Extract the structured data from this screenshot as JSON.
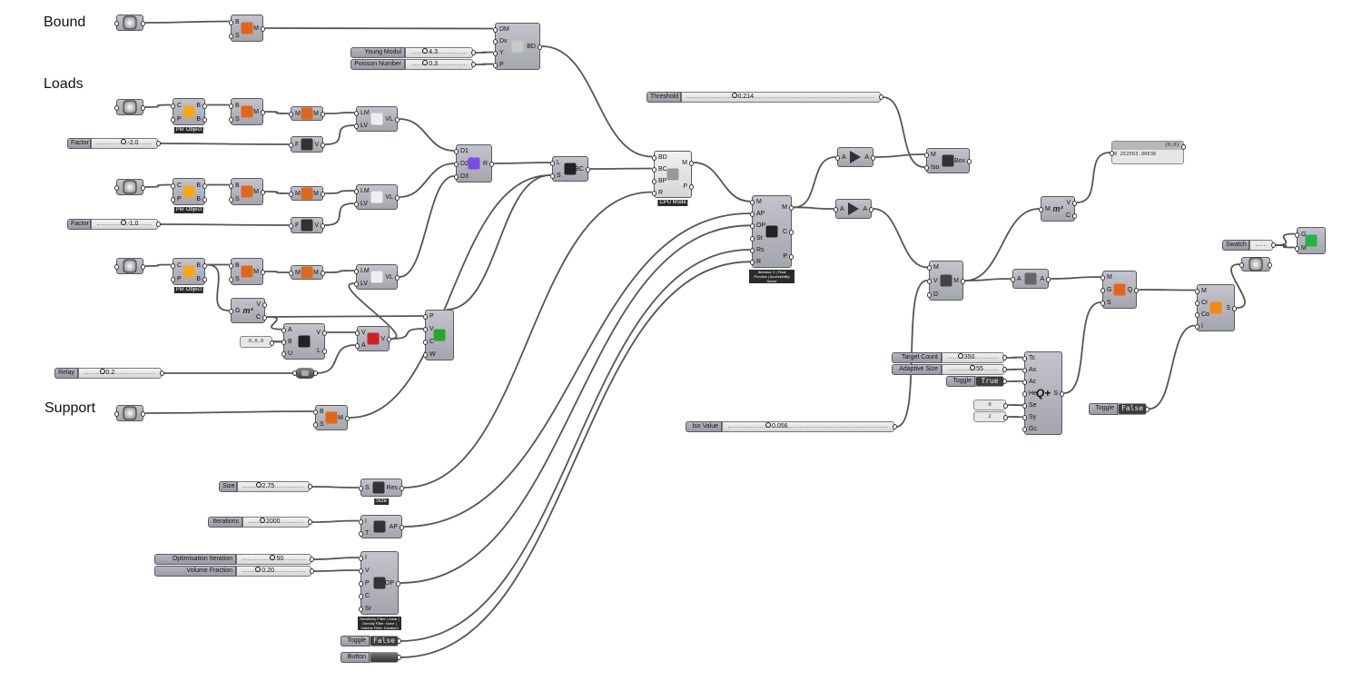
{
  "groups": [
    {
      "id": "g-bound",
      "text": "Bound"
    },
    {
      "id": "g-loads",
      "text": "Loads"
    },
    {
      "id": "g-support",
      "text": "Support"
    }
  ],
  "components": [
    {
      "id": "geo1",
      "type": "param",
      "icon": "geometry-param-icon"
    },
    {
      "id": "mesh1",
      "type": "comp",
      "inputs": [
        "B",
        "S"
      ],
      "outputs": [
        "M"
      ],
      "icon": "mesh-brep-icon",
      "color": "#e0661b"
    },
    {
      "id": "dom",
      "type": "comp",
      "inputs": [
        "DM",
        "Dv",
        "Y",
        "P"
      ],
      "outputs": [
        "BD"
      ],
      "icon": "design-domain-icon",
      "color": "#c9c9c9"
    },
    {
      "id": "young",
      "type": "slider",
      "label": "Young Modul",
      "value": "4.3"
    },
    {
      "id": "poisson",
      "type": "slider",
      "label": "Poisson Number",
      "value": "0.3"
    },
    {
      "id": "geo2",
      "type": "param",
      "icon": "geometry-param-icon"
    },
    {
      "id": "perobj1",
      "type": "comp",
      "inputs": [
        "C",
        "P"
      ],
      "outputs": [
        "B",
        "B"
      ],
      "icon": "cluster-icon",
      "color": "#f2a81d",
      "caption": "Per Object"
    },
    {
      "id": "mesh2",
      "type": "comp",
      "inputs": [
        "B",
        "S"
      ],
      "outputs": [
        "M"
      ],
      "icon": "mesh-brep-icon",
      "color": "#e0661b"
    },
    {
      "id": "mm1",
      "type": "comp",
      "inputs": [
        "M"
      ],
      "outputs": [
        "M"
      ],
      "icon": "mesh-split-icon",
      "color": "#e0661b"
    },
    {
      "id": "lv1",
      "type": "comp",
      "inputs": [
        "LM",
        "LV"
      ],
      "outputs": [
        "VL"
      ],
      "icon": "load-vector-icon",
      "color": "#eeeeee"
    },
    {
      "id": "factor1",
      "type": "slider",
      "label": "Factor",
      "value": "-2.0"
    },
    {
      "id": "fz1",
      "type": "comp",
      "inputs": [
        "F"
      ],
      "outputs": [
        "V"
      ],
      "icon": "unit-z-icon",
      "color": "#333"
    },
    {
      "id": "geo3",
      "type": "param",
      "icon": "geometry-param-icon"
    },
    {
      "id": "perobj2",
      "type": "comp",
      "inputs": [
        "C",
        "P"
      ],
      "outputs": [
        "B",
        "B"
      ],
      "icon": "cluster-icon",
      "color": "#f2a81d",
      "caption": "Per Object"
    },
    {
      "id": "mesh3",
      "type": "comp",
      "inputs": [
        "B",
        "S"
      ],
      "outputs": [
        "M"
      ],
      "icon": "mesh-brep-icon",
      "color": "#e0661b"
    },
    {
      "id": "mm2",
      "type": "comp",
      "inputs": [
        "M"
      ],
      "outputs": [
        "M"
      ],
      "icon": "mesh-split-icon",
      "color": "#e0661b"
    },
    {
      "id": "lv2",
      "type": "comp",
      "inputs": [
        "LM",
        "LV"
      ],
      "outputs": [
        "VL"
      ],
      "icon": "load-vector-icon",
      "color": "#eeeeee"
    },
    {
      "id": "factor2",
      "type": "slider",
      "label": "Factor",
      "value": "-1.0"
    },
    {
      "id": "fz2",
      "type": "comp",
      "inputs": [
        "F"
      ],
      "outputs": [
        "V"
      ],
      "icon": "unit-z-icon",
      "color": "#333"
    },
    {
      "id": "merge",
      "type": "comp",
      "inputs": [
        "D1",
        "D2",
        "D3"
      ],
      "outputs": [
        "R"
      ],
      "icon": "merge-icon",
      "color": "#7b4de0"
    },
    {
      "id": "bc",
      "type": "comp",
      "inputs": [
        "L",
        "S"
      ],
      "outputs": [
        "BC"
      ],
      "icon": "boundary-conditions-icon",
      "color": "#222"
    },
    {
      "id": "geo4",
      "type": "param",
      "icon": "geometry-param-icon"
    },
    {
      "id": "perobj3",
      "type": "comp",
      "inputs": [
        "C",
        "P"
      ],
      "outputs": [
        "B",
        "B"
      ],
      "icon": "cluster-icon",
      "color": "#f2a81d",
      "caption": "Per Object"
    },
    {
      "id": "mesh4",
      "type": "comp",
      "inputs": [
        "B",
        "S"
      ],
      "outputs": [
        "M"
      ],
      "icon": "mesh-brep-icon",
      "color": "#e0661b"
    },
    {
      "id": "mm3",
      "type": "comp",
      "inputs": [
        "M"
      ],
      "outputs": [
        "M"
      ],
      "icon": "mesh-split-icon",
      "color": "#e0661b"
    },
    {
      "id": "lv3",
      "type": "comp",
      "inputs": [
        "LM",
        "LV"
      ],
      "outputs": [
        "VL"
      ],
      "icon": "load-vector-icon",
      "color": "#eeeeee"
    },
    {
      "id": "area",
      "type": "comp",
      "inputs": [
        "G"
      ],
      "outputs": [
        "V",
        "C"
      ],
      "icon": "volume-m3-icon",
      "color": "#222",
      "glyph": "m³"
    },
    {
      "id": "pt000",
      "type": "panel",
      "value": "0,0,0"
    },
    {
      "id": "line",
      "type": "comp",
      "inputs": [
        "A",
        "B",
        "U"
      ],
      "outputs": [
        "V",
        "L"
      ],
      "icon": "vector-2pt-icon",
      "color": "#222"
    },
    {
      "id": "amp",
      "type": "comp",
      "inputs": [
        "V",
        "A"
      ],
      "outputs": [
        "V"
      ],
      "icon": "amplitude-icon",
      "color": "#c22"
    },
    {
      "id": "relay",
      "type": "slider",
      "label": "Relay",
      "value": "0.2"
    },
    {
      "id": "reldot",
      "type": "relay",
      "icon": "relay-icon"
    },
    {
      "id": "loadcomp",
      "type": "comp",
      "inputs": [
        "P",
        "V",
        "C",
        "W"
      ],
      "outputs": [
        ""
      ],
      "icon": "point-load-icon",
      "color": "#2aa52a"
    },
    {
      "id": "geo5",
      "type": "param",
      "icon": "geometry-param-icon"
    },
    {
      "id": "mesh5",
      "type": "comp",
      "inputs": [
        "B",
        "S"
      ],
      "outputs": [
        "M"
      ],
      "icon": "mesh-brep-icon",
      "color": "#e0661b"
    },
    {
      "id": "cpu",
      "type": "comp",
      "inputs": [
        "BD",
        "BC",
        "BP",
        "R"
      ],
      "outputs": [
        "M",
        "P"
      ],
      "icon": "voxel-cube-icon",
      "color": "#999",
      "caption": "CPU Mode",
      "light": true
    },
    {
      "id": "threshold",
      "type": "slider",
      "label": "Threshold",
      "value": "0.214"
    },
    {
      "id": "topopt",
      "type": "comp",
      "inputs": [
        "M",
        "AP",
        "OP",
        "St",
        "Rs",
        "R"
      ],
      "outputs": [
        "M",
        "C",
        "P"
      ],
      "icon": "topology-solver-icon",
      "color": "#222",
      "caption": "Iteration: 0 | Final Preview | Accessibility Solver"
    },
    {
      "id": "prev1",
      "type": "comp",
      "inputs": [
        "A"
      ],
      "outputs": [
        "A"
      ],
      "icon": "play-icon",
      "color": "#333"
    },
    {
      "id": "prev2",
      "type": "comp",
      "inputs": [
        "A"
      ],
      "outputs": [
        "A"
      ],
      "icon": "play-icon",
      "color": "#333"
    },
    {
      "id": "iso",
      "type": "comp",
      "inputs": [
        "M",
        "Iso"
      ],
      "outputs": [
        "Box"
      ],
      "icon": "iso-box-icon",
      "color": "#333"
    },
    {
      "id": "smooth",
      "type": "comp",
      "inputs": [
        "M",
        "V",
        "D"
      ],
      "outputs": [
        "M"
      ],
      "icon": "smooth-mesh-icon",
      "color": "#444"
    },
    {
      "id": "area2",
      "type": "comp",
      "inputs": [
        "M"
      ],
      "outputs": [
        "V",
        "C"
      ],
      "icon": "volume-m3-icon",
      "color": "#222",
      "glyph": "m³"
    },
    {
      "id": "vpanel",
      "type": "panel",
      "header": "{0;0}",
      "value": "0 252563.90636"
    },
    {
      "id": "aa",
      "type": "comp",
      "inputs": [
        "A"
      ],
      "outputs": [
        "A"
      ],
      "icon": "weld-mesh-icon",
      "color": "#666"
    },
    {
      "id": "quad",
      "type": "comp",
      "inputs": [
        "M",
        "G",
        "S"
      ],
      "outputs": [
        "Q"
      ],
      "icon": "quad-mesh-icon",
      "color": "#e0661b"
    },
    {
      "id": "qremesh",
      "type": "comp",
      "inputs": [
        "Tc",
        "As",
        "Ac",
        "He",
        "Se",
        "Sy",
        "Gc"
      ],
      "outputs": [
        "S"
      ],
      "icon": "quad-remesh-icon",
      "color": "#111",
      "glyph": "Q+"
    },
    {
      "id": "targetcount",
      "type": "slider",
      "label": "Target Count",
      "value": "350"
    },
    {
      "id": "adaptive",
      "type": "slider",
      "label": "Adaptive Size",
      "value": "55"
    },
    {
      "id": "toggleTrue",
      "type": "toggle",
      "label": "Toggle",
      "value": "True"
    },
    {
      "id": "p0",
      "type": "panel",
      "value": "0"
    },
    {
      "id": "p2",
      "type": "panel",
      "value": "2"
    },
    {
      "id": "toggleF2",
      "type": "toggle",
      "label": "Toggle",
      "value": "False"
    },
    {
      "id": "colour",
      "type": "comp",
      "inputs": [
        "M",
        "Cr",
        "Co",
        "I"
      ],
      "outputs": [
        "S"
      ],
      "icon": "subdivision-icon",
      "color": "#f28a12"
    },
    {
      "id": "swatch",
      "type": "swatch",
      "label": "Swatch"
    },
    {
      "id": "geo6",
      "type": "param",
      "icon": "preview-sphere-icon"
    },
    {
      "id": "preview",
      "type": "comp",
      "inputs": [
        "G",
        "M"
      ],
      "outputs": [],
      "icon": "custom-preview-icon",
      "color": "#27b34a"
    },
    {
      "id": "isoval",
      "type": "slider",
      "label": "Iso Value",
      "value": "0.056"
    },
    {
      "id": "size",
      "type": "slider",
      "label": "Size",
      "value": "2.75"
    },
    {
      "id": "sizecomp",
      "type": "comp",
      "inputs": [
        "S"
      ],
      "outputs": [
        "Res"
      ],
      "icon": "resolution-icon",
      "color": "#333",
      "caption": "Size"
    },
    {
      "id": "iterations",
      "type": "slider",
      "label": "Iterations",
      "value": "2000"
    },
    {
      "id": "apcomp",
      "type": "comp",
      "inputs": [
        "I",
        "T"
      ],
      "outputs": [
        "AP"
      ],
      "icon": "algorithm-params-icon",
      "color": "#333"
    },
    {
      "id": "optiter",
      "type": "slider",
      "label": "Optimisation Iteration",
      "value": "50"
    },
    {
      "id": "volfrac",
      "type": "slider",
      "label": "Volume Fraction",
      "value": "0.20"
    },
    {
      "id": "opcomp",
      "type": "comp",
      "inputs": [
        "I",
        "V",
        "P",
        "C",
        "Sr"
      ],
      "outputs": [
        "OP"
      ],
      "icon": "optimization-params-icon",
      "color": "#333",
      "caption": "Sensitivity Filter: Linear | Density Filter: None | Volume Filter: Disabled"
    },
    {
      "id": "toggleF1",
      "type": "toggle",
      "label": "Toggle",
      "value": "False"
    },
    {
      "id": "button",
      "type": "button",
      "label": "Button"
    }
  ],
  "wires": [
    [
      "geo1",
      0,
      "mesh1",
      0
    ],
    [
      "mesh1",
      0,
      "dom",
      0
    ],
    [
      "young",
      0,
      "dom",
      2
    ],
    [
      "poisson",
      0,
      "dom",
      3
    ],
    [
      "dom",
      0,
      "cpu",
      0
    ],
    [
      "geo2",
      0,
      "perobj1",
      0
    ],
    [
      "perobj1",
      0,
      "mesh2",
      0
    ],
    [
      "mesh2",
      0,
      "mm1",
      0
    ],
    [
      "mm1",
      0,
      "lv1",
      0
    ],
    [
      "factor1",
      0,
      "fz1",
      0
    ],
    [
      "fz1",
      0,
      "lv1",
      1
    ],
    [
      "lv1",
      0,
      "merge",
      0
    ],
    [
      "geo3",
      0,
      "perobj2",
      0
    ],
    [
      "perobj2",
      0,
      "mesh3",
      0
    ],
    [
      "mesh3",
      0,
      "mm2",
      0
    ],
    [
      "mm2",
      0,
      "lv2",
      0
    ],
    [
      "factor2",
      0,
      "fz2",
      0
    ],
    [
      "fz2",
      0,
      "lv2",
      1
    ],
    [
      "lv2",
      0,
      "merge",
      1
    ],
    [
      "geo4",
      0,
      "perobj3",
      0
    ],
    [
      "perobj3",
      0,
      "mesh4",
      0
    ],
    [
      "perobj3",
      0,
      "area",
      0
    ],
    [
      "mesh4",
      0,
      "mm3",
      0
    ],
    [
      "mm3",
      0,
      "lv3",
      0
    ],
    [
      "lv3",
      0,
      "merge",
      2
    ],
    [
      "area",
      1,
      "loadcomp",
      0
    ],
    [
      "area",
      1,
      "line",
      0
    ],
    [
      "pt000",
      0,
      "line",
      1
    ],
    [
      "line",
      0,
      "amp",
      0
    ],
    [
      "relay",
      0,
      "reldot",
      0
    ],
    [
      "reldot",
      0,
      "amp",
      1
    ],
    [
      "amp",
      0,
      "lv3",
      1
    ],
    [
      "amp",
      0,
      "loadcomp",
      1
    ],
    [
      "merge",
      0,
      "bc",
      0
    ],
    [
      "loadcomp",
      0,
      "bc",
      1
    ],
    [
      "geo5",
      0,
      "mesh5",
      0
    ],
    [
      "mesh5",
      0,
      "bc",
      1
    ],
    [
      "bc",
      0,
      "cpu",
      1
    ],
    [
      "cpu",
      0,
      "topopt",
      0
    ],
    [
      "sizecomp",
      0,
      "cpu",
      3
    ],
    [
      "size",
      0,
      "sizecomp",
      0
    ],
    [
      "iterations",
      0,
      "apcomp",
      0
    ],
    [
      "optiter",
      0,
      "opcomp",
      0
    ],
    [
      "volfrac",
      0,
      "opcomp",
      1
    ],
    [
      "apcomp",
      0,
      "topopt",
      1
    ],
    [
      "opcomp",
      0,
      "topopt",
      2
    ],
    [
      "toggleF1",
      0,
      "topopt",
      4
    ],
    [
      "button",
      0,
      "topopt",
      5
    ],
    [
      "topopt",
      0,
      "prev1",
      0
    ],
    [
      "topopt",
      0,
      "prev2",
      0
    ],
    [
      "prev1",
      0,
      "iso",
      0
    ],
    [
      "threshold",
      0,
      "iso",
      1
    ],
    [
      "prev2",
      0,
      "smooth",
      0
    ],
    [
      "isoval",
      0,
      "smooth",
      1
    ],
    [
      "smooth",
      0,
      "area2",
      0
    ],
    [
      "area2",
      0,
      "vpanel",
      0
    ],
    [
      "smooth",
      0,
      "aa",
      0
    ],
    [
      "aa",
      0,
      "quad",
      0
    ],
    [
      "qremesh",
      0,
      "quad",
      2
    ],
    [
      "quad",
      0,
      "colour",
      0
    ],
    [
      "toggleF2",
      0,
      "colour",
      3
    ],
    [
      "colour",
      0,
      "geo6",
      0
    ],
    [
      "swatch",
      0,
      "preview",
      0
    ],
    [
      "swatch",
      0,
      "preview",
      1
    ],
    [
      "targetcount",
      0,
      "qremesh",
      0
    ],
    [
      "adaptive",
      0,
      "qremesh",
      1
    ],
    [
      "toggleTrue",
      0,
      "qremesh",
      2
    ],
    [
      "p0",
      0,
      "qremesh",
      4
    ],
    [
      "p2",
      0,
      "qremesh",
      5
    ]
  ]
}
